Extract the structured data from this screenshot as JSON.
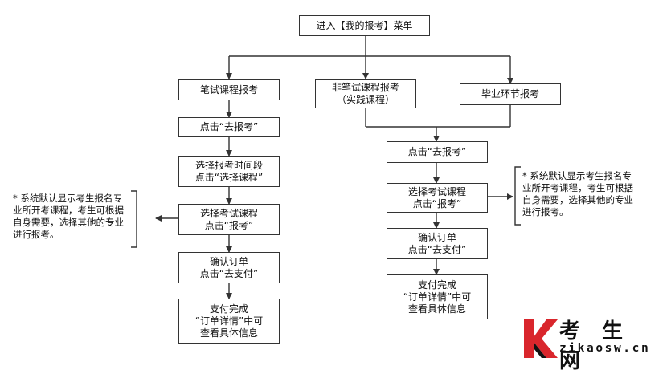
{
  "diagram": {
    "start": "进入【我的报考】菜单",
    "branches": [
      {
        "title": "笔试课程报考",
        "steps": [
          "点击“去报考”",
          "选择报考时间段\n点击“选择课程”",
          "选择考试课程\n点击“报考”",
          "确认订单\n点击“去支付”",
          "支付完成\n“订单详情”中可\n查看具体信息"
        ]
      },
      {
        "title": "非笔试课程报考\n（实践课程）"
      },
      {
        "title": "毕业环节报考"
      }
    ],
    "merged_steps": [
      "点击“去报考”",
      "选择考试课程\n点击“报考”",
      "确认订单\n点击“去支付”",
      "支付完成\n“订单详情”中可\n查看具体信息"
    ],
    "notes": {
      "left": "* 系统默认显示考生报名专\n业所开考课程，考生可根据\n自身需要，选择其他的专业\n进行报考。",
      "right": "* 系统默认显示考生报名专\n业所开考课程，考生可根据\n自身需要，选择其他的专业\n进行报考。"
    }
  },
  "watermark": {
    "chinese": "考 生 网",
    "url": "zikaosw.cn",
    "colors": {
      "red": "#d9262c",
      "dark": "#111111"
    }
  }
}
